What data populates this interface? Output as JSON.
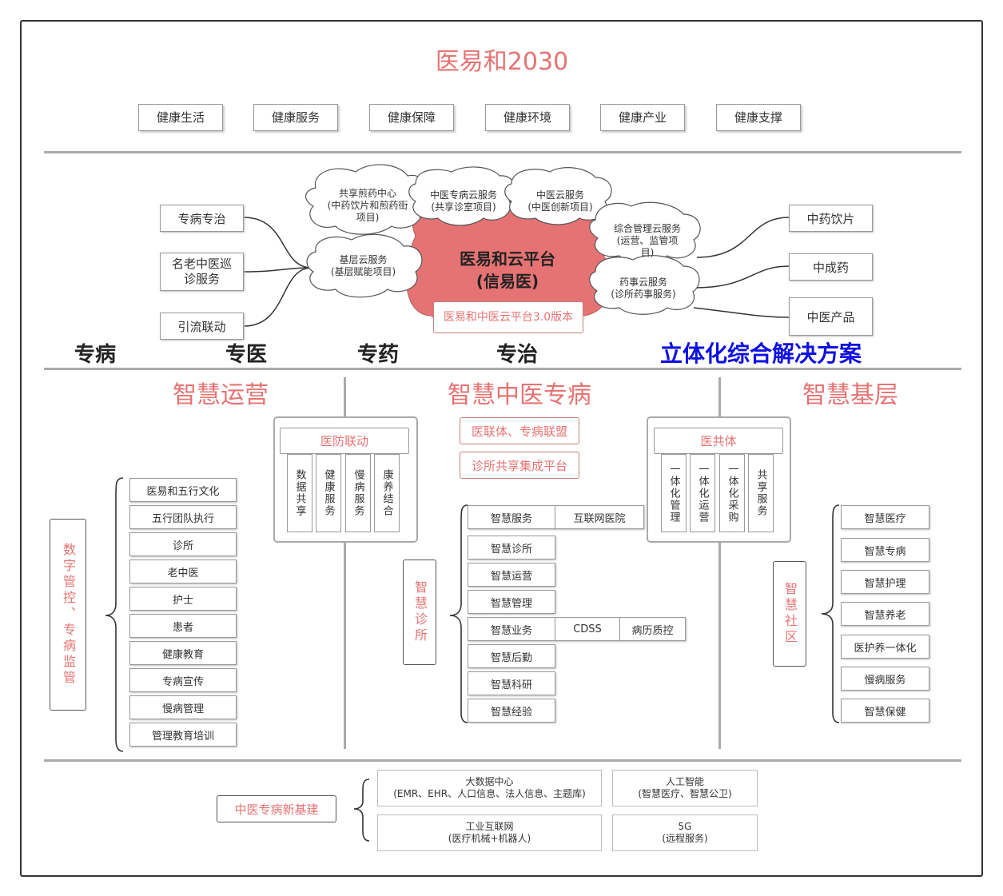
{
  "title": "医易和2030",
  "health_items": [
    "健康生活",
    "健康服务",
    "健康保障",
    "健康环境",
    "健康产业",
    "健康支撑"
  ],
  "platform": {
    "center_line1": "医易和云平台",
    "center_line2": "(信易医)",
    "version_label": "医易和中医云平台3.0版本",
    "clouds": [
      {
        "line1": "共享煎药中心",
        "line2": "(中药饮片和煎药街",
        "line3": "项目)"
      },
      {
        "line1": "中医专病云服务",
        "line2": "(共享诊室项目)",
        "line3": ""
      },
      {
        "line1": "中医云服务",
        "line2": "(中医创新项目)",
        "line3": ""
      },
      {
        "line1": "综合管理云服务",
        "line2": "(运营、监管项",
        "line3": "目)"
      },
      {
        "line1": "基层云服务",
        "line2": "(基层赋能项目)",
        "line3": ""
      },
      {
        "line1": "药事云服务",
        "line2": "(诊所药事服务)",
        "line3": ""
      }
    ],
    "left_items": [
      "专病专治",
      "名老中医巡诊服务",
      "引流联动"
    ],
    "right_items": [
      "中药饮片",
      "中成药",
      "中医产品"
    ]
  },
  "keywords": [
    "专病",
    "专医",
    "专药",
    "专治"
  ],
  "solution": "立体化综合解决方案",
  "colors": {
    "accent": "#e57373",
    "blue": "#1010e0",
    "cloud_center": "#e57373",
    "line": "#aaaaaa"
  },
  "sections": {
    "left": {
      "title": "智慧运营",
      "side_label": "数字管控、专病监管",
      "items": [
        "医易和五行文化",
        "五行团队执行",
        "诊所",
        "老中医",
        "护士",
        "患者",
        "健康教育",
        "专病宣传",
        "慢病管理",
        "管理教育培训"
      ],
      "group_title": "医防联动",
      "group_cols": [
        "数据共享",
        "健康服务",
        "慢病服务",
        "康养结合"
      ]
    },
    "middle": {
      "title": "智慧中医专病",
      "tags": [
        "医联体、专病联盟",
        "诊所共享集成平台"
      ],
      "side_label": "智慧诊所",
      "items": [
        "智慧服务",
        "智慧诊所",
        "智慧运营",
        "智慧管理",
        "智慧业务",
        "智慧后勤",
        "智慧科研",
        "智慧经验"
      ],
      "extra1": "互联网医院",
      "extra2": "CDSS",
      "extra3": "病历质控"
    },
    "right": {
      "title": "智慧基层",
      "group_title": "医共体",
      "group_cols": [
        "一体化管理",
        "一体化运营",
        "一体化采购",
        "共享服务"
      ],
      "side_label": "智慧社区",
      "items": [
        "智慧医疗",
        "智慧专病",
        "智慧护理",
        "智慧养老",
        "医护养一体化",
        "慢病服务",
        "智慧保健"
      ]
    }
  },
  "bottom": {
    "label": "中医专病新基建",
    "cells": [
      {
        "line1": "大数据中心",
        "line2": "(EMR、EHR、人口信息、法人信息、主题库)"
      },
      {
        "line1": "人工智能",
        "line2": "(智慧医疗、智慧公卫)"
      },
      {
        "line1": "工业互联网",
        "line2": "(医疗机械+机器人)"
      },
      {
        "line1": "5G",
        "line2": "(远程服务)"
      }
    ]
  }
}
